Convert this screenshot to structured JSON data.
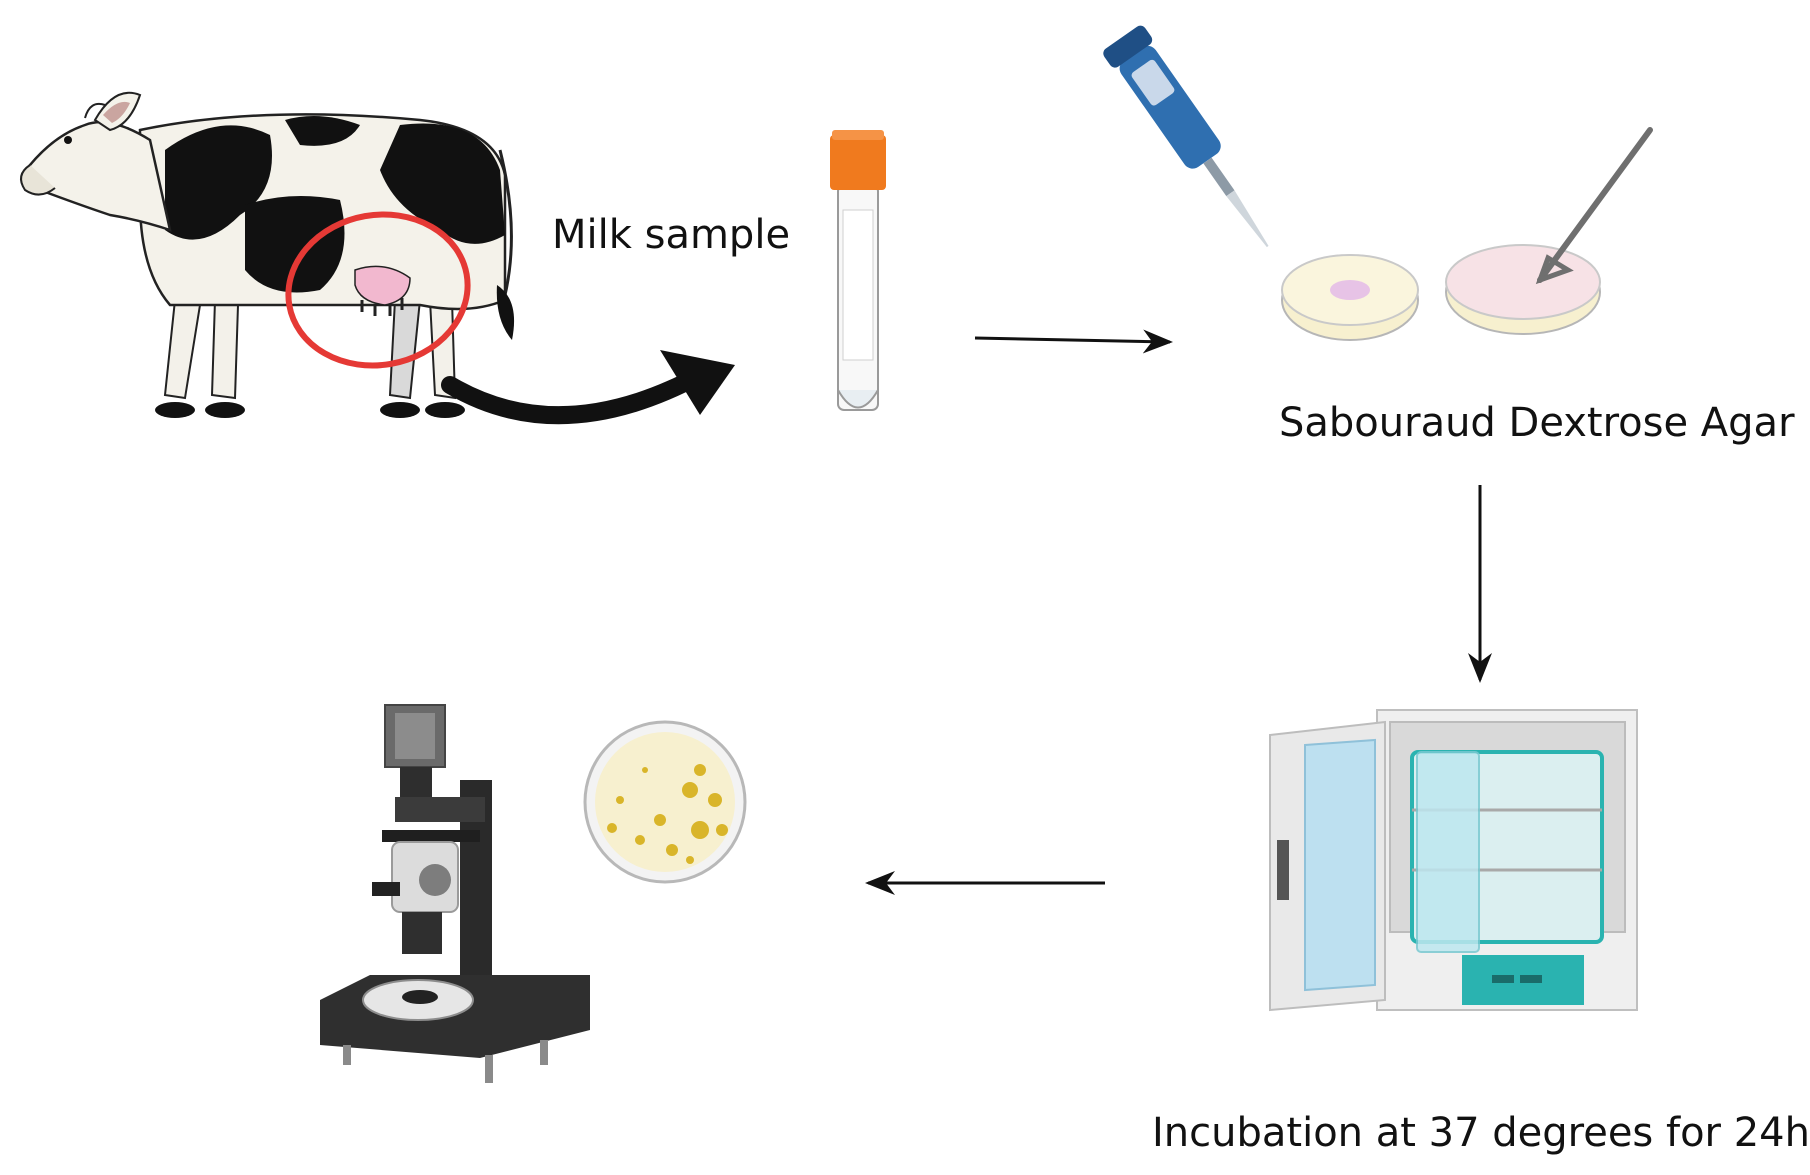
{
  "labels": {
    "milk_sample": "Milk sample",
    "agar": "Sabouraud Dextrose Agar",
    "incubation": "Incubation at 37 degrees for 24h"
  },
  "colors": {
    "accent_red": "#e53935",
    "tube_cap": "#f07a1e",
    "pipette_blue": "#2f6fb0",
    "agar_cream": "#f7f0cf",
    "incubator_teal": "#2ab3b0",
    "colony_yellow": "#d9b52a"
  }
}
